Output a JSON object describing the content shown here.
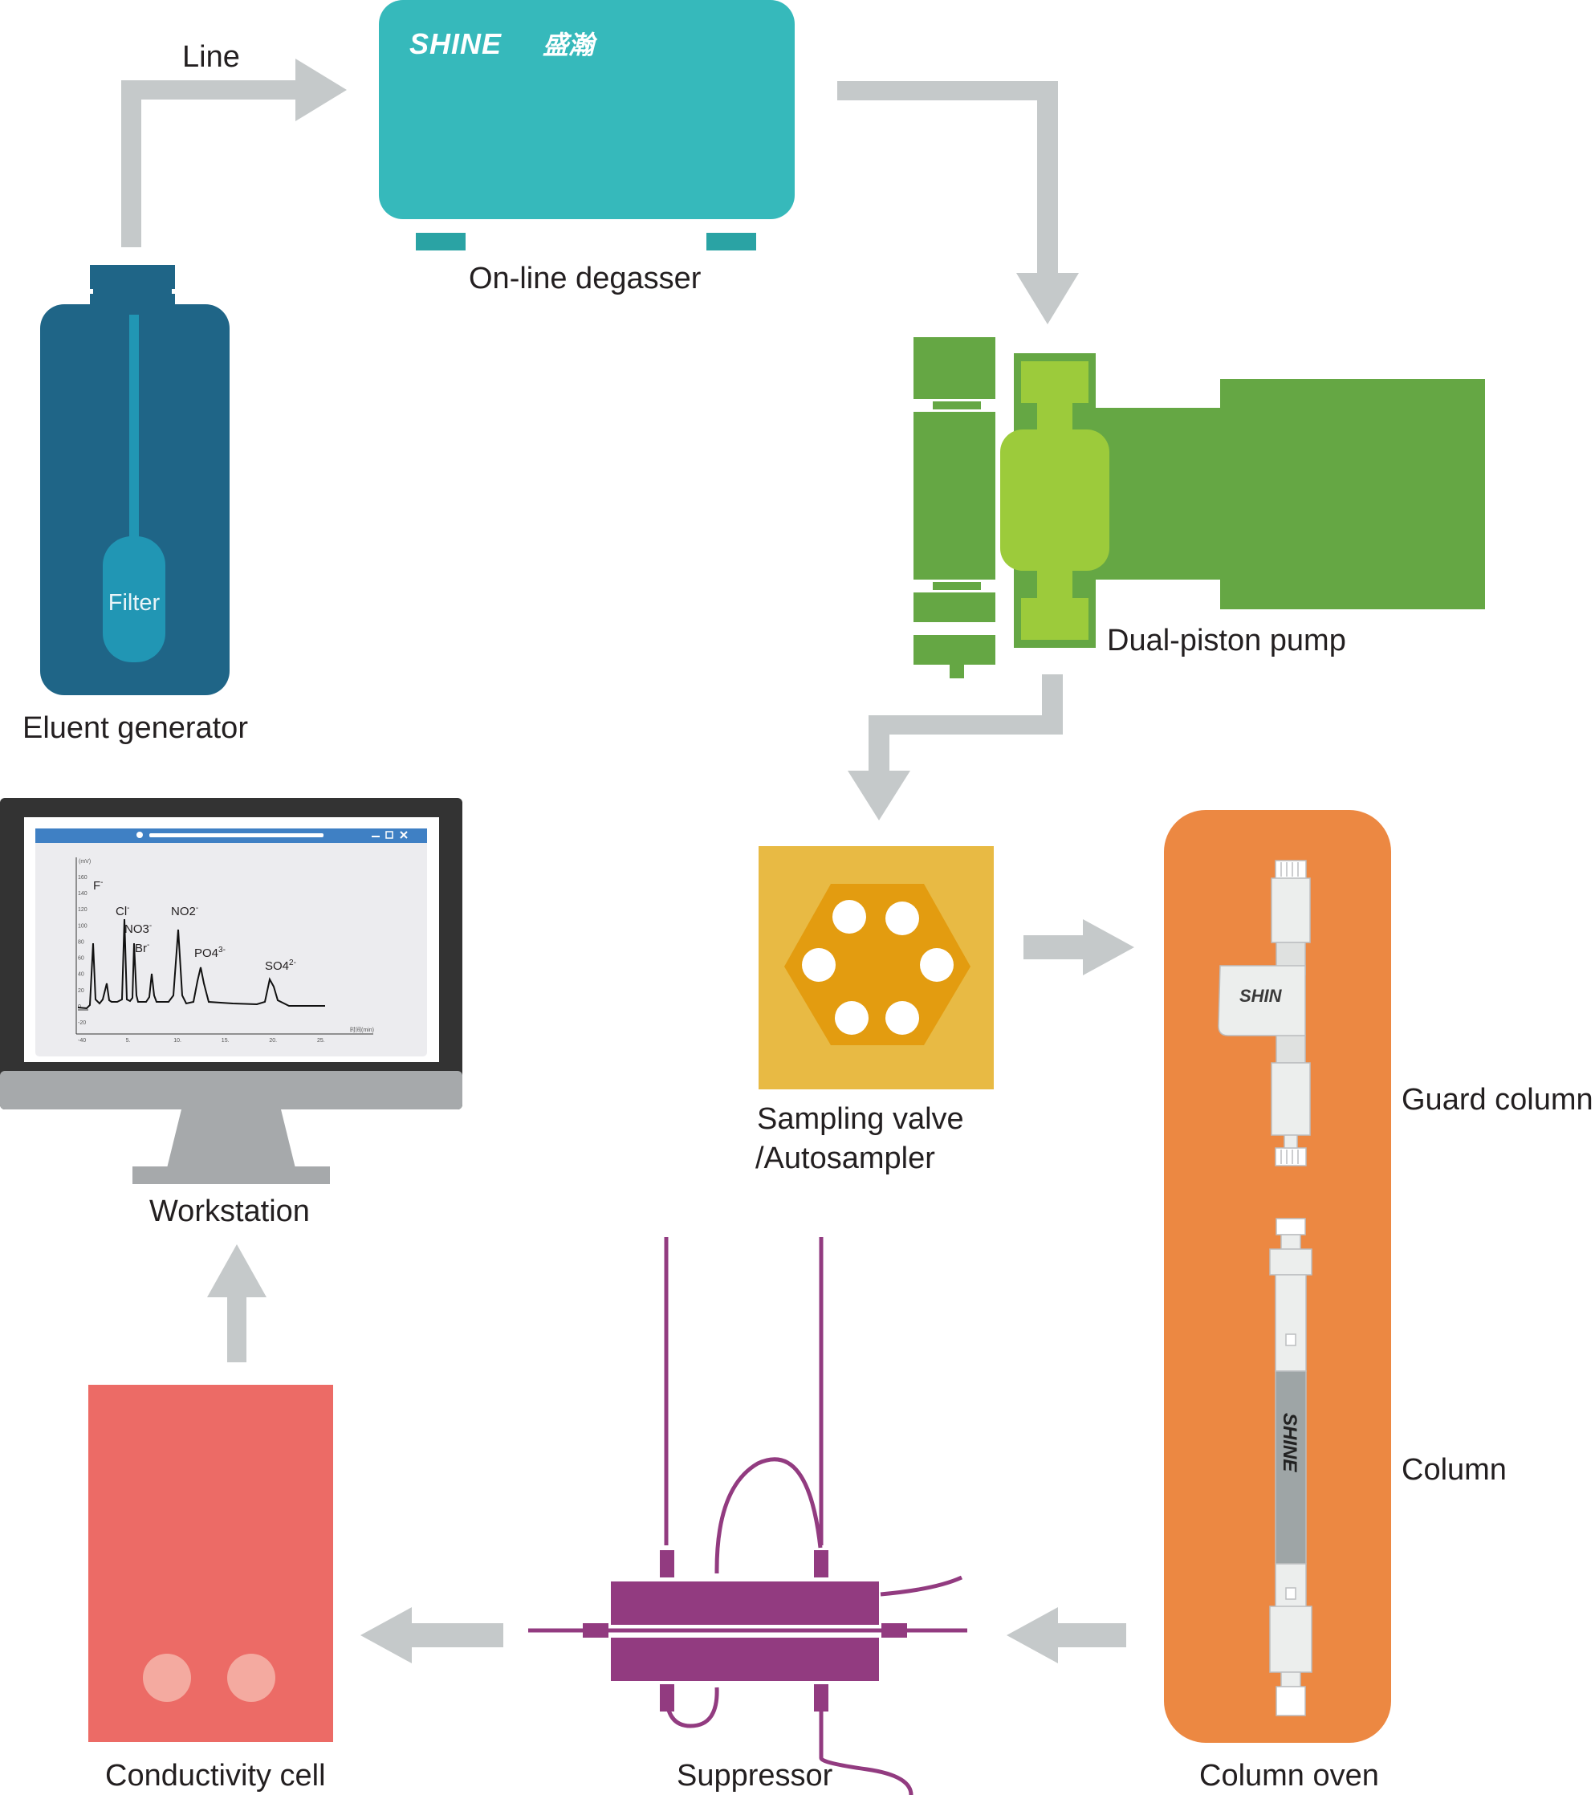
{
  "labels": {
    "line": "Line",
    "degasser": "On-line degasser",
    "eluent_generator": "Eluent generator",
    "filter": "Filter",
    "pump": "Dual-piston pump",
    "sampling_valve_1": "Sampling valve",
    "sampling_valve_2": "/Autosampler",
    "guard_column": "Guard column",
    "column": "Column",
    "column_oven": "Column oven",
    "suppressor": "Suppressor",
    "conductivity_cell": "Conductivity cell",
    "workstation": "Workstation"
  },
  "brand": {
    "logo_latin": "SHINE",
    "logo_cjk": "盛瀚",
    "guard_column_text": "SHIN",
    "column_text": "SHINE"
  },
  "chromatogram": {
    "ylabel": "(mV)",
    "xlabel": "时间(min)",
    "y_ticks": [
      "160",
      "140",
      "120",
      "100",
      "80",
      "60",
      "40",
      "20",
      "0",
      "-20"
    ],
    "x_ticks": [
      "-40",
      "5.",
      "10.",
      "15.",
      "20.",
      "25."
    ],
    "peaks": [
      {
        "ion": "F",
        "charge": "-"
      },
      {
        "ion": "Cl",
        "charge": "-"
      },
      {
        "ion": "NO3",
        "charge": "-"
      },
      {
        "ion": "Br",
        "charge": "-"
      },
      {
        "ion": "NO2",
        "charge": "-"
      },
      {
        "ion": "PO4",
        "charge": "3-"
      },
      {
        "ion": "SO4",
        "charge": "2-"
      }
    ]
  },
  "colors": {
    "arrow": "#c5c9ca",
    "degasser": "#36b9bb",
    "bottle": "#1f6587",
    "filter": "#2196b4",
    "pump_dark": "#65a744",
    "pump_light": "#9ccb3b",
    "valve_bg": "#e8ba44",
    "valve_hex": "#e39c10",
    "oven": "#ec8842",
    "suppressor": "#923b80",
    "cell": "#ec6b66",
    "cell_dots": "#f4aaa0",
    "monitor": "#333333",
    "stand": "#a6a9ab"
  }
}
